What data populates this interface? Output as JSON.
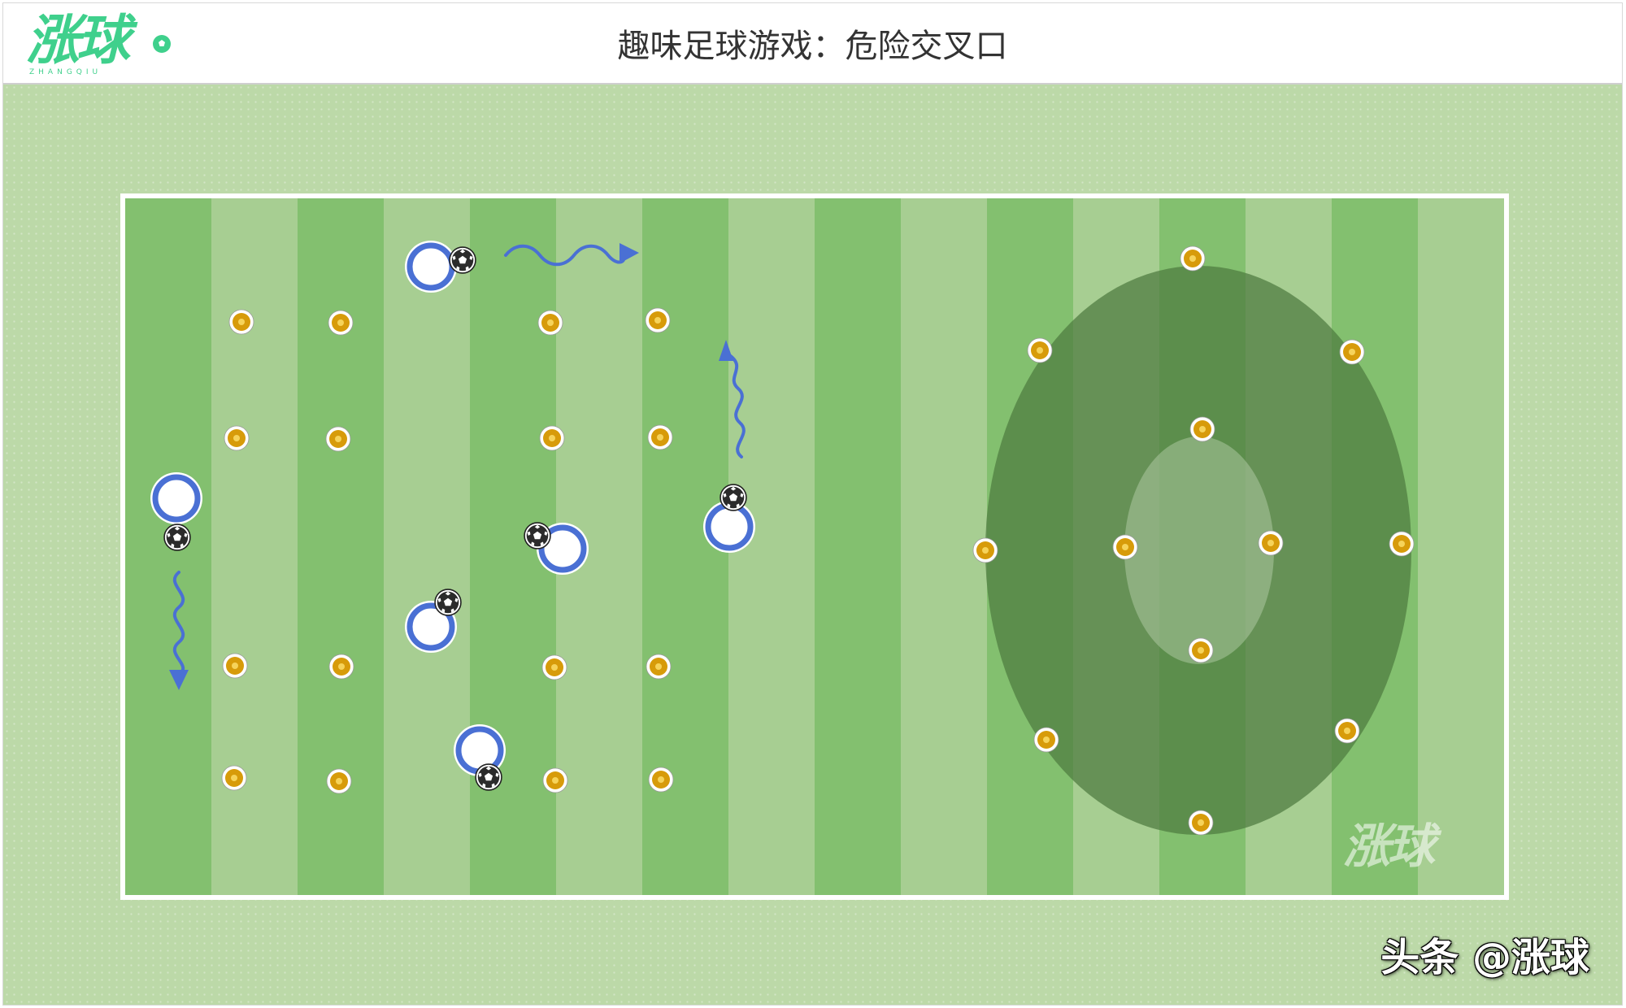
{
  "header": {
    "logo_text": "涨球",
    "logo_subtext": "ZHANGQIU",
    "title": "趣味足球游戏：危险交叉口"
  },
  "watermark": {
    "text": "涨球"
  },
  "credit": {
    "text": "头条 @涨球"
  },
  "colors": {
    "stripe_dark": "#83c06f",
    "stripe_light": "#a7ce92",
    "field_line": "#ffffff",
    "zone_outer": "#6a9458",
    "zone_inner": "#9db88f",
    "player_ring": "#4a70d4",
    "cone_fill": "#d79b0a",
    "arrow": "#4a70d4",
    "logo": "#3fd08c"
  },
  "icons": {
    "player": "player-ring-icon",
    "ball": "soccer-ball-icon",
    "cone": "cone-marker-icon",
    "dribble_arrow": "wavy-arrow-icon"
  },
  "diagram": {
    "field_stripes": 16,
    "players_with_ball": 6,
    "cones_left_grid": 16,
    "cones_right_zone": 12
  }
}
